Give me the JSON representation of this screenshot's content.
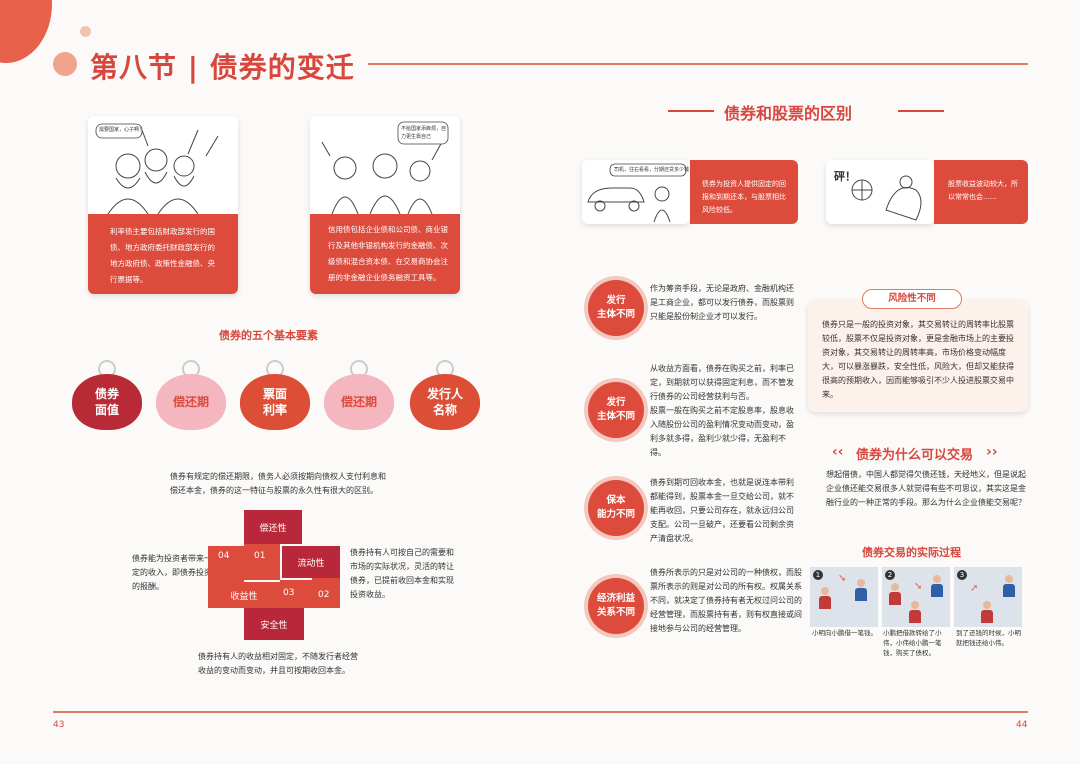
{
  "header": {
    "title": "第八节 | 债券的变迁"
  },
  "left": {
    "card1": {
      "bubble": "需要国家，心子啊！",
      "text": "利率债主要包括财政部发行的国债、地方政府委托财政部发行的地方政府债、政策性金融债、央行票据等。"
    },
    "card2": {
      "bubble": "不给国家添麻烦，自力更生靠自己",
      "text": "信用债包括企业债和公司债、商业银行及其他非银机构发行的金融债、次级债和混合资本债、在交易商协会注册的非金融企业债务融资工具等。"
    },
    "elements_title": "债券的五个基本要素",
    "tags": [
      "债券\n面值",
      "偿还期",
      "票面\n利率",
      "偿还期",
      "发行人\n名称"
    ],
    "top_desc": "债券有规定的偿还期限，债务人必须按期向债权人支付利息和偿还本金，债券的这一特征与股票的永久性有很大的区别。",
    "left_desc": "债券能为投资者带来一定的收入，即债券投资的报酬。",
    "right_desc": "债券持有人可按自己的需要和市场的实际状况，灵活的转让债券，已提前收回本金和实现投资收益。",
    "bottom_desc": "债券持有人的收益相对固定，不随发行者经营收益的变动而变动，并且可按期收回本金。",
    "blocks": {
      "b1": "偿还性",
      "b2": "流动性",
      "b3": "收益性",
      "b4": "安全性"
    },
    "nums": {
      "n1": "01",
      "n2": "02",
      "n3": "03",
      "n4": "04"
    }
  },
  "right": {
    "section_title": "债券和股票的区别",
    "bond_caption": "债券为投资人提供固定的回报和到期还本，与股票相比风险较低。",
    "bond_bubble": "司机，往右看看，分期还贷多少钱",
    "stock_caption": "股票收益波动较大，所以常常也会……",
    "stock_bubble": "砰！",
    "rows": [
      {
        "label": "发行\n主体不同",
        "text": "作为筹资手段，无论是政府、金融机构还是工商企业，都可以发行债券，而股票则只能是股份制企业才可以发行。"
      },
      {
        "label": "发行\n主体不同",
        "text": "从收益方面看，债券在购买之前，利率已定，到期就可以获得固定利息，而不管发行债券的公司经营获利与否。\n股票一般在购买之前不定股息率，股息收入随股份公司的盈利情况变动而变动，盈利多就多得，盈利少就少得，无盈利不得。"
      },
      {
        "label": "保本\n能力不同",
        "text": "债券到期可回收本金，也就是说连本带利都能得到，股票本金一旦交给公司，就不能再收回，只要公司存在，就永远归公司支配。公司一旦破产，还要看公司剩余资产清盘状况。"
      },
      {
        "label": "经济利益\n关系不同",
        "text": "债券所表示的只是对公司的一种债权，而股票所表示的则是对公司的所有权。权属关系不同，就决定了债券持有者无权过问公司的经营管理，而股票持有者，则有权直接或间接地参与公司的经营管理。"
      }
    ],
    "risk": {
      "tag": "风险性不同",
      "text": "债券只是一般的投资对象，其交易转让的周转率比股票较低，股票不仅是投资对象，更是金融市场上的主要投资对象，其交易转让的周转率高，市场价格变动幅度大，可以暴涨暴跌，安全性低，风险大，但却又能获得很高的预期收入，因而能够吸引不少人投进股票交易中来。"
    },
    "why": {
      "title": "债券为什么可以交易",
      "text": "想起借债，中国人都觉得欠债还钱，天经地义，但是说起企业债还能交易很多人就觉得有些不可思议，其实这是金融行业的一种正常的手段。那么为什么企业债能交易呢？"
    },
    "process": {
      "title": "债券交易的实际过程",
      "steps": [
        "1",
        "2",
        "3"
      ],
      "captions": [
        "小明向小鹏借一笔钱。",
        "小鹏把借款转给了小伟，小伟给小鹏一笔钱，购买了债权。",
        "到了还钱的时候，小明就把钱还给小伟。"
      ]
    }
  },
  "pages": {
    "left": "43",
    "right": "44"
  },
  "colors": {
    "accent": "#d8473e",
    "red": "#dd4b3c",
    "dark_red": "#b82a35",
    "pink": "#f4b6bf"
  }
}
